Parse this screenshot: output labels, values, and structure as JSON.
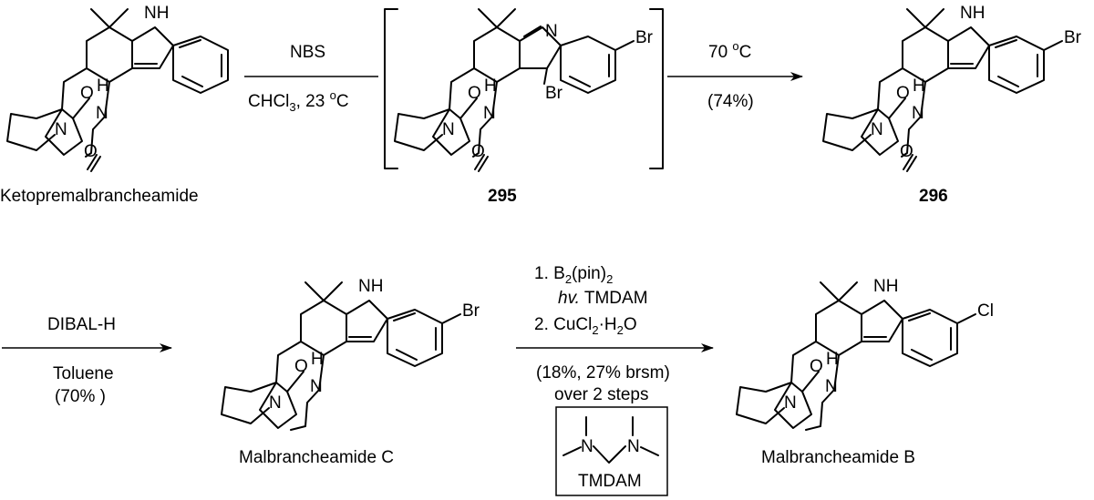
{
  "atoms": {
    "nh": "NH",
    "n": "N",
    "h": "H",
    "o": "O",
    "br": "Br",
    "cl": "Cl"
  },
  "compounds": [
    {
      "id": "ketopremalbrancheamide",
      "label": "Ketopremalbrancheamide"
    },
    {
      "id": "cmpd-295",
      "label": "295"
    },
    {
      "id": "cmpd-296",
      "label": "296"
    },
    {
      "id": "malbrancheamide-c",
      "label": "Malbrancheamide C"
    },
    {
      "id": "malbrancheamide-b",
      "label": "Malbrancheamide B"
    }
  ],
  "steps": [
    {
      "above": "NBS",
      "below_main": "CHCl",
      "below_sub": "3",
      "below_rest": ", 23 ",
      "below_sup": "o",
      "below_end": "C"
    },
    {
      "above_main": "70 ",
      "above_sup": "o",
      "above_end": "C",
      "below": "(74%)"
    },
    {
      "above": "DIBAL-H",
      "below1": "Toluene",
      "below2": "(70% )"
    },
    {
      "l1_a": "1. B",
      "l1_sub": "2",
      "l1_b": "(pin)",
      "l1_sub2": "2",
      "l2_it": "hv.",
      "l2_rest": " TMDAM",
      "l3_a": "2. CuCl",
      "l3_sub": "2",
      "l3_b": "·H",
      "l3_sub2": "2",
      "l3_c": "O",
      "l4": "(18%, 27% brsm)",
      "l5": "over 2 steps"
    }
  ],
  "reagent_box": {
    "label": "TMDAM"
  }
}
